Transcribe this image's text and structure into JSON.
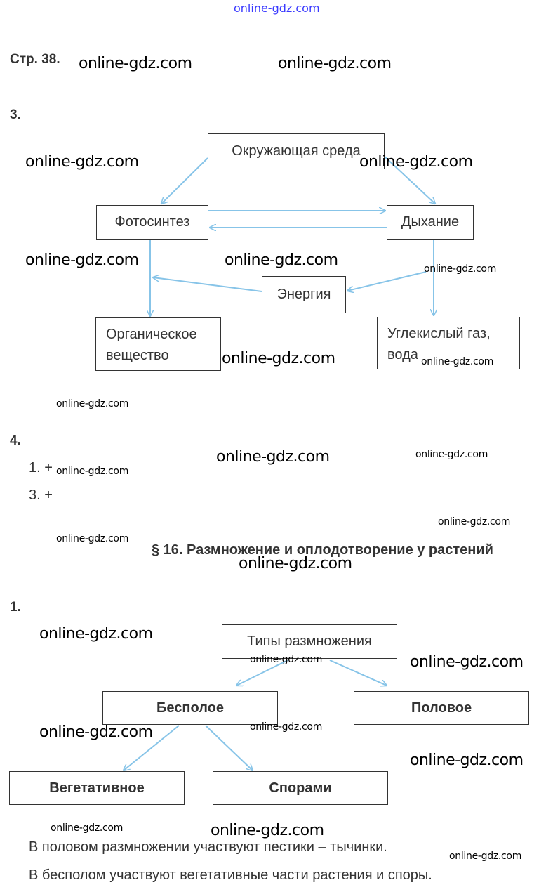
{
  "header": {
    "page_ref": "Стр. 38."
  },
  "task3": {
    "number": "3.",
    "nodes": {
      "environment": "Окружающая среда",
      "photosynthesis": "Фотосинтез",
      "respiration": "Дыхание",
      "energy": "Энергия",
      "organic_line1": "Органическое",
      "organic_line2": "вещество",
      "co2_line1": "Углекислый газ,",
      "co2_line2": "вода"
    }
  },
  "task4": {
    "number": "4.",
    "answers": [
      "1. +",
      "3. +"
    ]
  },
  "section": {
    "title": "§ 16. Размножение и оплодотворение у растений"
  },
  "task1": {
    "number": "1.",
    "nodes": {
      "types": "Типы размножения",
      "asexual": "Бесполое",
      "sexual": "Половое",
      "vegetative": "Вегетативное",
      "spores": "Спорами"
    },
    "lines": [
      "В половом размножении участвуют пестики – тычинки.",
      "В бесполом участвуют вегетативные части растения и споры."
    ]
  },
  "watermarks": [
    "online-gdz.com",
    "online-gdz.com",
    "online-gdz.com",
    "online-gdz.com",
    "online-gdz.com",
    "online-gdz.com",
    "online-gdz.com",
    "online-gdz.com",
    "online-gdz.com",
    "online-gdz.com",
    "online-gdz.com",
    "online-gdz.com",
    "online-gdz.com",
    "online-gdz.com",
    "online-gdz.com",
    "online-gdz.com",
    "online-gdz.com",
    "online-gdz.com",
    "online-gdz.com",
    "online-gdz.com",
    "online-gdz.com",
    "online-gdz.com",
    "online-gdz.com",
    "online-gdz.com",
    "online-gdz.com",
    "online-gdz.com"
  ],
  "colors": {
    "arrow": "#87c4e8",
    "top_watermark": "#3a3aff"
  }
}
